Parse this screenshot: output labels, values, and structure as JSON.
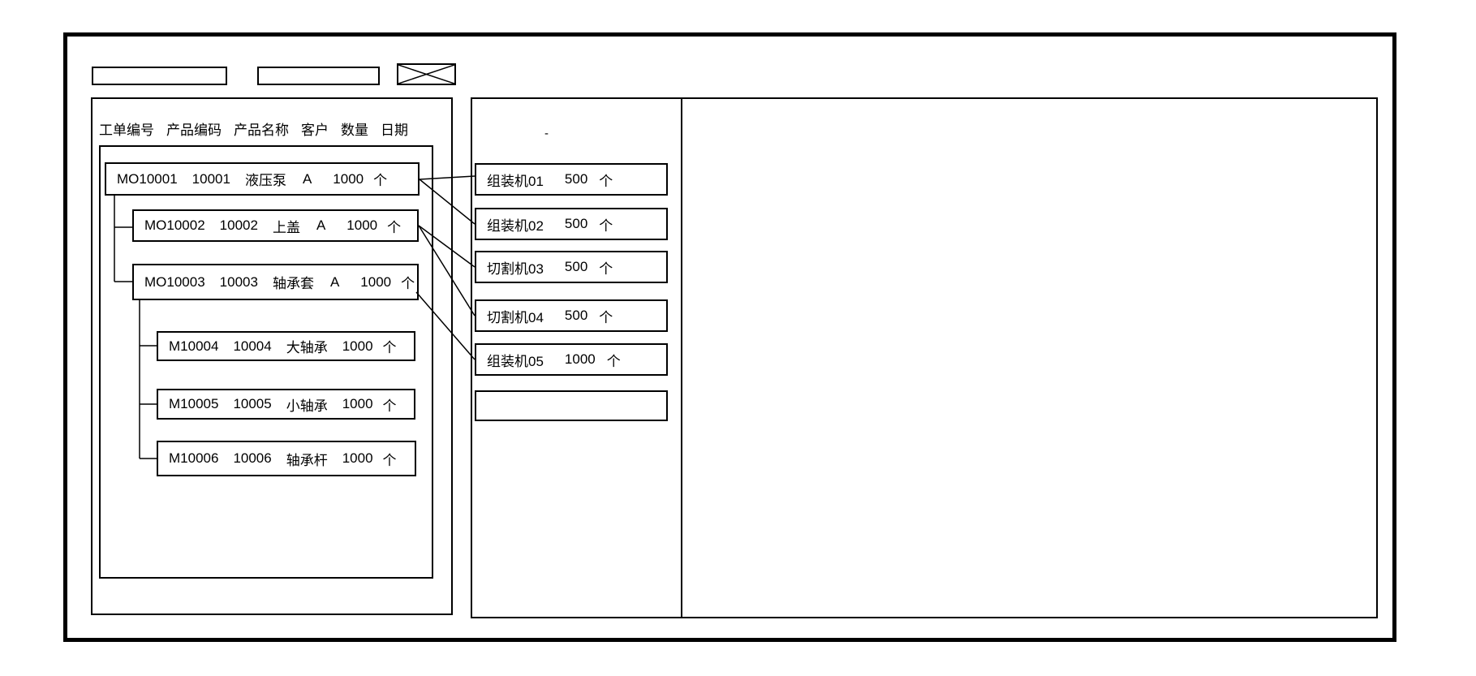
{
  "window": {
    "background": "#ffffff",
    "line_color": "#000000"
  },
  "toolbar": {
    "field1_value": "",
    "field2_value": "",
    "close_icon": "x-crossed-rectangle"
  },
  "work_order_panel": {
    "columns": [
      "工单编号",
      "产品编码",
      "产品名称",
      "客户",
      "数量",
      "日期"
    ],
    "orders": [
      {
        "id": "MO10001",
        "product_code": "10001",
        "product_name": "液压泵",
        "customer": "A",
        "qty": "1000",
        "unit": "个",
        "level": 0
      },
      {
        "id": "MO10002",
        "product_code": "10002",
        "product_name": "上盖",
        "customer": "A",
        "qty": "1000",
        "unit": "个",
        "level": 1
      },
      {
        "id": "MO10003",
        "product_code": "10003",
        "product_name": "轴承套",
        "customer": "A",
        "qty": "1000",
        "unit": "个",
        "level": 1
      },
      {
        "id": "M10004",
        "product_code": "10004",
        "product_name": "大轴承",
        "customer": "",
        "qty": "1000",
        "unit": "个",
        "level": 2
      },
      {
        "id": "M10005",
        "product_code": "10005",
        "product_name": "小轴承",
        "customer": "",
        "qty": "1000",
        "unit": "个",
        "level": 2
      },
      {
        "id": "M10006",
        "product_code": "10006",
        "product_name": "轴承杆",
        "customer": "",
        "qty": "1000",
        "unit": "个",
        "level": 2
      }
    ]
  },
  "machine_panel": {
    "note": "-",
    "machines": [
      {
        "name": "组装机01",
        "qty": "500",
        "unit": "个"
      },
      {
        "name": "组装机02",
        "qty": "500",
        "unit": "个"
      },
      {
        "name": "切割机03",
        "qty": "500",
        "unit": "个"
      },
      {
        "name": "切割机04",
        "qty": "500",
        "unit": "个"
      },
      {
        "name": "组装机05",
        "qty": "1000",
        "unit": "个"
      },
      {
        "name": "",
        "qty": "",
        "unit": ""
      }
    ]
  },
  "detail_panel": {
    "content": ""
  }
}
